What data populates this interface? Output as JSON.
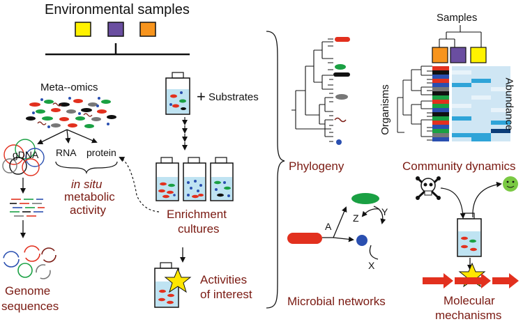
{
  "labels": {
    "environmental_samples": "Environmental samples",
    "meta_omics": "Meta--omics",
    "gdna": "gDNA",
    "rna": "RNA",
    "protein": "protein",
    "in_situ": "in situ",
    "metabolic": "metabolic",
    "activity": "activity",
    "genome_line1": "Genome",
    "genome_line2": "sequences",
    "plus": "+",
    "substrates": "Substrates",
    "enrichment_line1": "Enrichment",
    "enrichment_line2": "cultures",
    "activities_line1": "Activities",
    "activities_line2": "of interest",
    "phylogeny": "Phylogeny",
    "samples": "Samples",
    "organisms": "Organisms",
    "abundance": "Abundance",
    "community_dynamics": "Community dynamics",
    "microbial_networks": "Microbial networks",
    "node_a": "A",
    "node_x": "X",
    "node_y": "Y",
    "node_z": "Z",
    "molecular_line1": "Molecular",
    "molecular_line2": "mechanisms"
  },
  "colors": {
    "sample_yellow": "#fff200",
    "sample_purple": "#6a4ea0",
    "sample_orange": "#f7941d",
    "bacteria_red": "#e2301e",
    "bacteria_green": "#1aa043",
    "bacteria_blue": "#2a4fb0",
    "medium_blue": "#bfe3f2",
    "heatmap_light": "#cfe6f4",
    "heatmap_mid": "#2fa4d8",
    "heatmap_dark": "#0c3d78",
    "accent_text": "#7a1a12",
    "smiley_green": "#7ac943",
    "star_yellow": "#ffe600"
  },
  "icons": [
    "skull-crossbones-icon",
    "smiley-icon",
    "star-icon",
    "tube-icon"
  ]
}
